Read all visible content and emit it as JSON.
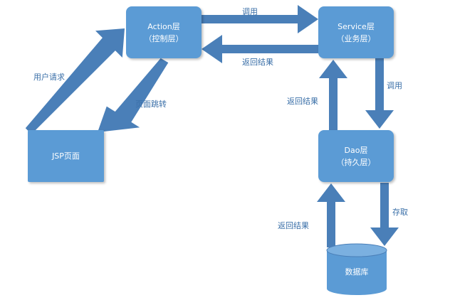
{
  "nodes": {
    "action": {
      "title": "Action层",
      "subtitle": "（控制层）"
    },
    "service": {
      "title": "Service层",
      "subtitle": "（业务层）"
    },
    "dao": {
      "title": "Dao层",
      "subtitle": "（持久层）"
    },
    "jsp": {
      "title": "JSP页面"
    },
    "database": {
      "title": "数据库"
    }
  },
  "edges": {
    "action_to_service": "调用",
    "service_to_action": "返回结果",
    "service_to_dao": "调用",
    "dao_to_service": "返回结果",
    "dao_to_db": "存取",
    "db_to_dao": "返回结果",
    "jsp_to_action": "用户请求",
    "action_to_jsp": "页面跳转"
  },
  "colors": {
    "box": "#5b9bd5",
    "arrow": "#4a7fb8",
    "label": "#3a6fa8"
  }
}
